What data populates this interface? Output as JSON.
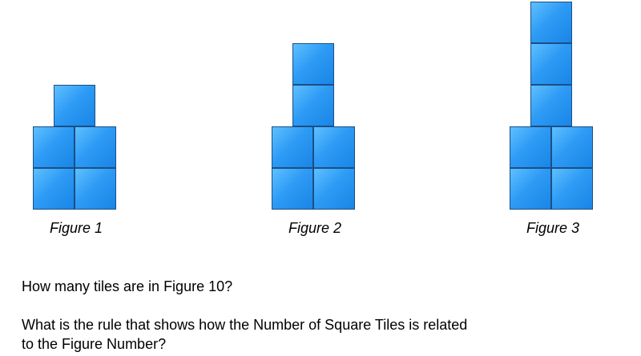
{
  "figures": [
    {
      "caption": "Figure 1",
      "top_tiles": 1,
      "base_tiles": 4,
      "total_tiles": 5
    },
    {
      "caption": "Figure 2",
      "top_tiles": 2,
      "base_tiles": 4,
      "total_tiles": 6
    },
    {
      "caption": "Figure 3",
      "top_tiles": 3,
      "base_tiles": 4,
      "total_tiles": 7
    }
  ],
  "questions": {
    "q1": "How many tiles are in Figure 10?",
    "q2": "What is the rule that shows how the Number of Square Tiles is related to the Figure Number?"
  },
  "colors": {
    "tile_fill": "#2e9bf5",
    "tile_border": "#1a4f86"
  }
}
